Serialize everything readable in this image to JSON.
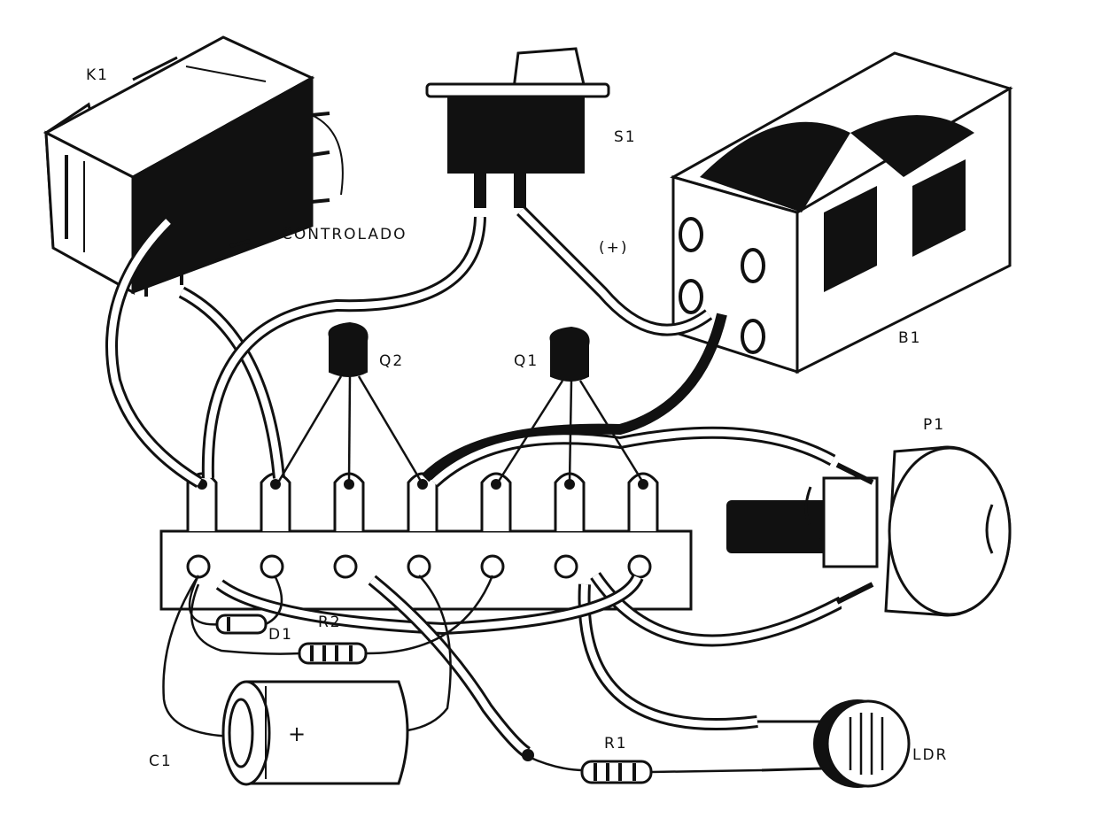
{
  "labels": {
    "k1": "K1",
    "s1": "S1",
    "b1": "B1",
    "q1": "Q1",
    "q2": "Q2",
    "p1": "P1",
    "d1": "D1",
    "r1": "R1",
    "r2": "R2",
    "c1": "C1",
    "ldr": "LDR",
    "controlado": "CONTROLADO",
    "plus_lead": "(+)",
    "cap_plus": "+"
  },
  "colors": {
    "ink": "#111111",
    "paper": "#ffffff",
    "wire_fill": "#ffffff"
  }
}
